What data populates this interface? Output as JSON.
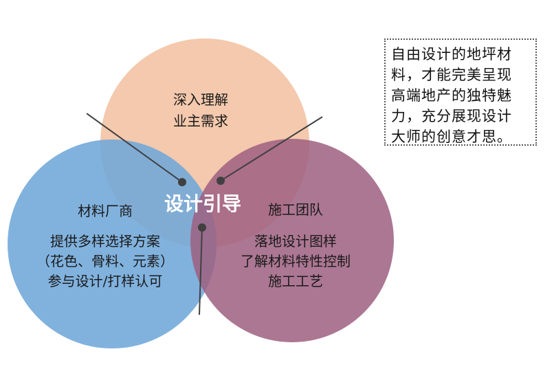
{
  "center_label": "设计引导",
  "circles": {
    "top": {
      "lines": [
        "深入理解",
        "业主需求"
      ],
      "color": "#f3c4a6"
    },
    "left": {
      "title": "材料厂商",
      "lines": [
        "提供多样选择方案",
        "（花色、骨料、元素）",
        "参与设计/打样认可"
      ],
      "color": "#6fa7d9"
    },
    "right": {
      "title": "施工团队",
      "lines": [
        "落地设计图样",
        "了解材料特性控制",
        "施工工艺"
      ],
      "color": "#9e5f80"
    }
  },
  "note": {
    "lines": [
      "自由设计的地坪材",
      "料，才能完美呈现",
      "高端地产的独特魅",
      "力，充分展现设计",
      "大师的创意才思。"
    ]
  },
  "connector_color": "#404040"
}
